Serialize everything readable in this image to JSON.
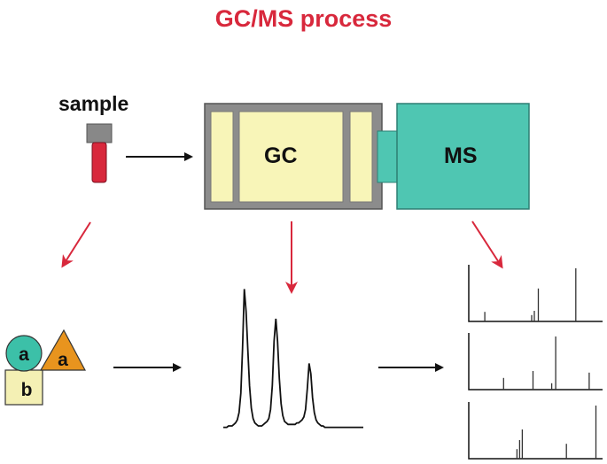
{
  "title": "GC/MS process",
  "labels": {
    "sample": "sample",
    "gc": "GC",
    "ms": "MS",
    "molecule_a1": "a",
    "molecule_a2": "a",
    "molecule_b": "b"
  },
  "colors": {
    "title": "#d8283c",
    "arrow_red": "#d8283c",
    "arrow_black": "#111111",
    "gc_frame": "#8c8c8c",
    "gc_fill": "#f8f5b8",
    "ms_fill": "#4fc6b2",
    "vial_cap": "#888888",
    "vial_body": "#d8283c",
    "circle": "#3cc0a8",
    "triangle": "#e8941e",
    "square": "#f4f0b4"
  },
  "chart_data": {
    "type": "line",
    "x": [
      0,
      1,
      2,
      3,
      4,
      5,
      6,
      7,
      8,
      9,
      10,
      11,
      12,
      13,
      14,
      15,
      16,
      17,
      18,
      19,
      20,
      21,
      22,
      23,
      24,
      25,
      26,
      27,
      28,
      29,
      30,
      31,
      32,
      33,
      34,
      35,
      36,
      37,
      38,
      39,
      40,
      41,
      42,
      43,
      44,
      45,
      46,
      47,
      48,
      49,
      50,
      51,
      52,
      53,
      54,
      55,
      56,
      57,
      58,
      59,
      60,
      61,
      62,
      63,
      64,
      65,
      66,
      67,
      68,
      69,
      70,
      71,
      72,
      73,
      74,
      75,
      76,
      77,
      78,
      79,
      80
    ],
    "values": [
      2,
      2,
      2,
      3,
      3,
      3,
      4,
      5,
      7,
      12,
      25,
      55,
      95,
      80,
      55,
      30,
      15,
      8,
      5,
      4,
      3,
      3,
      3,
      4,
      5,
      6,
      8,
      14,
      30,
      60,
      75,
      60,
      35,
      18,
      10,
      6,
      5,
      4,
      4,
      4,
      4,
      4,
      5,
      5,
      6,
      7,
      9,
      14,
      28,
      45,
      38,
      22,
      12,
      7,
      5,
      4,
      3,
      3,
      2,
      2,
      2,
      2,
      2,
      2,
      2,
      2,
      2,
      2,
      2,
      2,
      2,
      2,
      2,
      2,
      2,
      2,
      2,
      2,
      2,
      2,
      2
    ],
    "ylim": [
      0,
      100
    ]
  },
  "spectra": [
    {
      "bars": [
        {
          "x": 0.12,
          "h": 0.18
        },
        {
          "x": 0.47,
          "h": 0.12
        },
        {
          "x": 0.49,
          "h": 0.2
        },
        {
          "x": 0.52,
          "h": 0.62
        },
        {
          "x": 0.8,
          "h": 1.0
        }
      ]
    },
    {
      "bars": [
        {
          "x": 0.26,
          "h": 0.22
        },
        {
          "x": 0.48,
          "h": 0.35
        },
        {
          "x": 0.62,
          "h": 0.12
        },
        {
          "x": 0.65,
          "h": 1.0
        },
        {
          "x": 0.9,
          "h": 0.32
        }
      ]
    },
    {
      "bars": [
        {
          "x": 0.36,
          "h": 0.18
        },
        {
          "x": 0.38,
          "h": 0.35
        },
        {
          "x": 0.4,
          "h": 0.55
        },
        {
          "x": 0.73,
          "h": 0.28
        },
        {
          "x": 0.95,
          "h": 1.0
        }
      ]
    }
  ]
}
